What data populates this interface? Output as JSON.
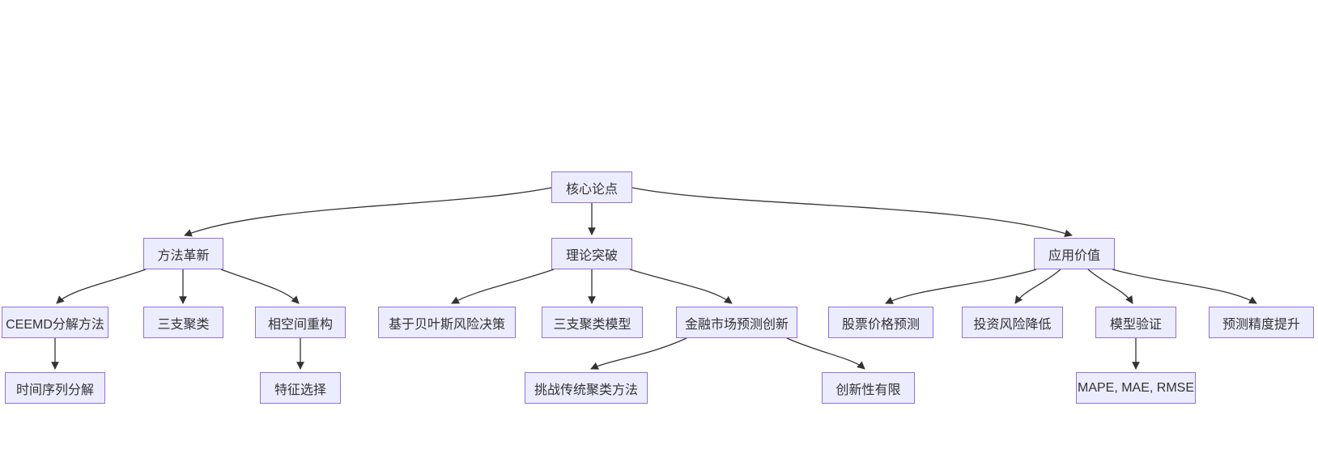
{
  "diagram": {
    "type": "flowchart-top-down",
    "nodes": {
      "root": {
        "label": "核心论点"
      },
      "method": {
        "label": "方法革新"
      },
      "theory": {
        "label": "理论突破"
      },
      "value": {
        "label": "应用价值"
      },
      "ceemd": {
        "label": "CEEMD分解方法"
      },
      "threeway": {
        "label": "三支聚类"
      },
      "phase": {
        "label": "相空间重构"
      },
      "bayes": {
        "label": "基于贝叶斯风险决策"
      },
      "twmodel": {
        "label": "三支聚类模型"
      },
      "fininnov": {
        "label": "金融市场预测创新"
      },
      "stock": {
        "label": "股票价格预测"
      },
      "risk": {
        "label": "投资风险降低"
      },
      "modelvalid": {
        "label": "模型验证"
      },
      "accuracy": {
        "label": "预测精度提升"
      },
      "tsdecomp": {
        "label": "时间序列分解"
      },
      "featuresel": {
        "label": "特征选择"
      },
      "challenge": {
        "label": "挑战传统聚类方法"
      },
      "limited": {
        "label": "创新性有限"
      },
      "metrics": {
        "label": "MAPE, MAE, RMSE"
      }
    },
    "edges": [
      {
        "from": "核心论点",
        "to": "方法革新"
      },
      {
        "from": "核心论点",
        "to": "理论突破"
      },
      {
        "from": "核心论点",
        "to": "应用价值"
      },
      {
        "from": "方法革新",
        "to": "CEEMD分解方法"
      },
      {
        "from": "方法革新",
        "to": "三支聚类"
      },
      {
        "from": "方法革新",
        "to": "相空间重构"
      },
      {
        "from": "理论突破",
        "to": "基于贝叶斯风险决策"
      },
      {
        "from": "理论突破",
        "to": "三支聚类模型"
      },
      {
        "from": "理论突破",
        "to": "金融市场预测创新"
      },
      {
        "from": "应用价值",
        "to": "股票价格预测"
      },
      {
        "from": "应用价值",
        "to": "投资风险降低"
      },
      {
        "from": "应用价值",
        "to": "模型验证"
      },
      {
        "from": "应用价值",
        "to": "预测精度提升"
      },
      {
        "from": "CEEMD分解方法",
        "to": "时间序列分解"
      },
      {
        "from": "相空间重构",
        "to": "特征选择"
      },
      {
        "from": "金融市场预测创新",
        "to": "挑战传统聚类方法"
      },
      {
        "from": "金融市场预测创新",
        "to": "创新性有限"
      },
      {
        "from": "模型验证",
        "to": "MAPE, MAE, RMSE"
      }
    ],
    "colors": {
      "node_fill": "#ECECFF",
      "node_border": "#9370DB",
      "edge": "#333333",
      "text": "#333333",
      "background": "#ffffff"
    }
  }
}
